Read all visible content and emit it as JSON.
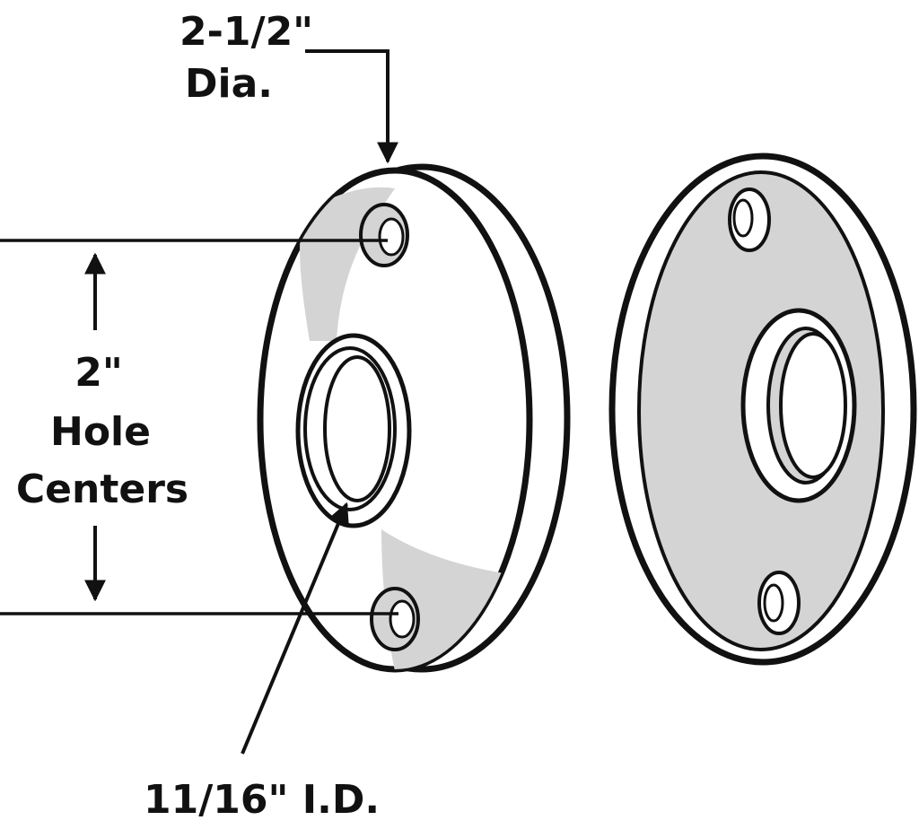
{
  "labels": {
    "diameter_line1": "2-1/2\"",
    "diameter_line2": "Dia.",
    "spacing_line1": "2\"",
    "spacing_line2": "Hole",
    "spacing_line3": "Centers",
    "inner_diameter": "11/16\" I.D."
  },
  "colors": {
    "ink": "#111111",
    "plate_fill": "#ffffff",
    "plate_shade": "#d4d4d4"
  }
}
